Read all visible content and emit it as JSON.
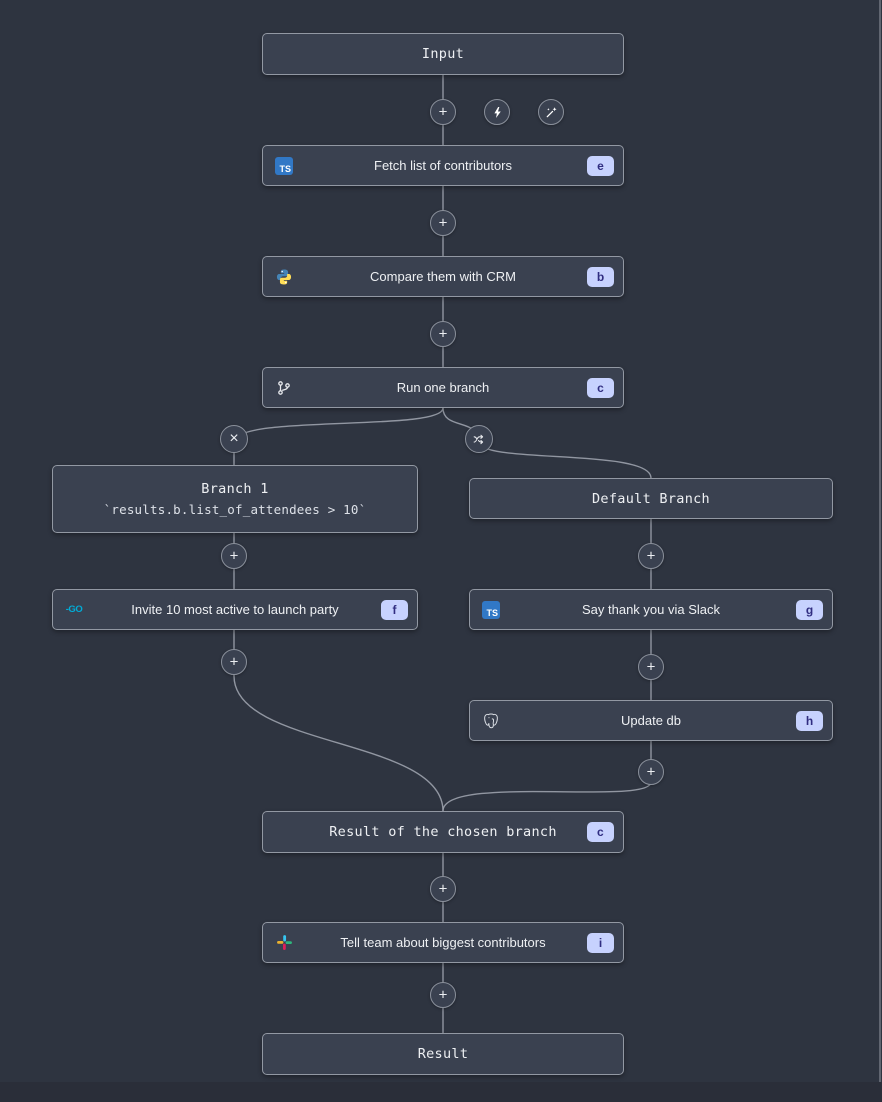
{
  "colors": {
    "background": "#2e3440",
    "node_bg": "#3a4150",
    "node_border": "#9298a3",
    "node_text": "#eef0f3",
    "edge": "#a2a8b3",
    "badge_bg": "#c7d2fe",
    "badge_text": "#312e81",
    "circle_bg": "#3a4150",
    "circle_border": "#8a909b",
    "ts_bg": "#3178c6",
    "go_color": "#00acd7",
    "slack_blue": "#36c5f0",
    "slack_green": "#2eb67d",
    "slack_red": "#e01e5a",
    "slack_yellow": "#ecb22e",
    "python_blue": "#4584b6",
    "python_yellow": "#ffde57"
  },
  "icons": {
    "plus": "+",
    "close": "×",
    "ts": "TS",
    "go": "-GO"
  },
  "nodes": {
    "input": {
      "label": "Input"
    },
    "fetch_contributors": {
      "label": "Fetch list of contributors",
      "badge": "e",
      "language": "typescript"
    },
    "compare_crm": {
      "label": "Compare them with CRM",
      "badge": "b",
      "language": "python"
    },
    "run_one_branch": {
      "label": "Run one branch",
      "badge": "c"
    },
    "branch_1": {
      "title": "Branch 1",
      "condition": "`results.b.list_of_attendees > 10`"
    },
    "default_branch": {
      "label": "Default Branch"
    },
    "invite_party": {
      "label": "Invite 10 most active to launch party",
      "badge": "f",
      "language": "go"
    },
    "slack_thanks": {
      "label": "Say thank you via Slack",
      "badge": "g",
      "language": "typescript"
    },
    "update_db": {
      "label": "Update db",
      "badge": "h",
      "language": "postgresql"
    },
    "chosen_branch_result": {
      "label": "Result of the chosen branch",
      "badge": "c"
    },
    "tell_team": {
      "label": "Tell team about biggest contributors",
      "badge": "i",
      "language": "slack"
    },
    "result": {
      "label": "Result"
    }
  }
}
